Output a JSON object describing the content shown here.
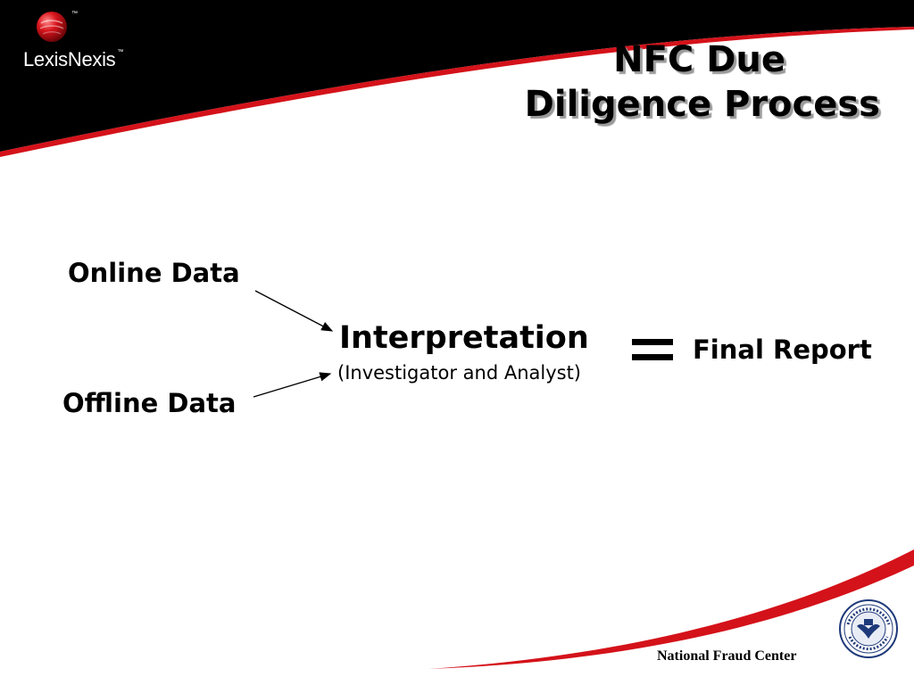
{
  "brand": {
    "logo_text": "LexisNexis",
    "logo_tm": "™"
  },
  "slide": {
    "title_line1": "NFC Due",
    "title_line2": "Diligence Process"
  },
  "diagram": {
    "online_label": "Online Data",
    "offline_label": "Offline Data",
    "interpretation_label": "Interpretation",
    "interpretation_sub": "(Investigator and Analyst)",
    "equals_icon": "equals-icon",
    "result_label": "Final Report"
  },
  "footer": {
    "org_name": "National Fraud Center"
  },
  "colors": {
    "header_black": "#000000",
    "swoosh_red": "#d4121a",
    "seal_blue": "#1f3a7a"
  }
}
